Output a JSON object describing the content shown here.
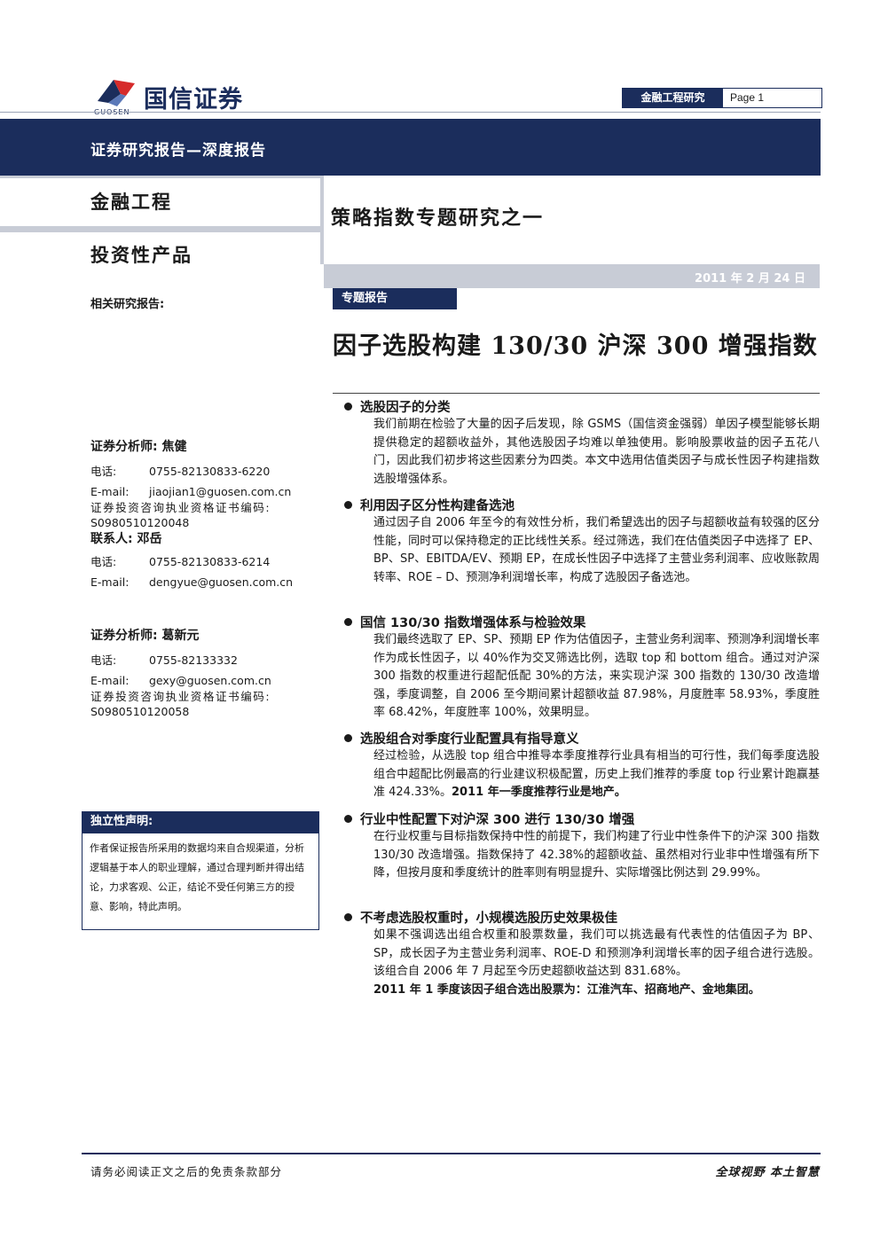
{
  "header": {
    "logo_text": "国信证券",
    "logo_sub": "GUOSEN",
    "tag_left": "金融工程研究",
    "tag_right": "Page 1",
    "band_title": "证券研究报告—深度报告"
  },
  "left": {
    "category1": "金融工程",
    "category2": "投资性产品",
    "related": "相关研究报告:"
  },
  "report": {
    "series": "策略指数专题研究之一",
    "date": "2011 年 2 月 24 日",
    "topic_tag": "专题报告",
    "title": "因子选股构建 130/30 沪深 300 增强指数"
  },
  "contacts": [
    {
      "heading": "证券分析师: 焦健",
      "rows": [
        {
          "label": "电话:",
          "value": "0755-82130833-6220"
        },
        {
          "label": "E-mail:",
          "value": "jiaojian1@guosen.com.cn"
        }
      ],
      "cert_label": "证券投资咨询执业资格证书编码:",
      "cert": "S0980510120048"
    },
    {
      "heading": "联系人: 邓岳",
      "rows": [
        {
          "label": "电话:",
          "value": "0755-82130833-6214"
        },
        {
          "label": "E-mail:",
          "value": "dengyue@guosen.com.cn"
        }
      ]
    },
    {
      "heading": "证券分析师: 葛新元",
      "rows": [
        {
          "label": "电话:",
          "value": "0755-82133332"
        },
        {
          "label": "E-mail:",
          "value": "gexy@guosen.com.cn"
        }
      ],
      "cert_label": "证券投资咨询执业资格证书编码:",
      "cert": "S0980510120058"
    }
  ],
  "declaration": {
    "heading": "独立性声明:",
    "body": "作者保证报告所采用的数据均来自合规渠道，分析逻辑基于本人的职业理解，通过合理判断并得出结论，力求客观、公正，结论不受任何第三方的授意、影响，特此声明。"
  },
  "sections": [
    {
      "heading": "选股因子的分类",
      "body": "我们前期在检验了大量的因子后发现，除 GSMS（国信资金强弱）单因子模型能够长期提供稳定的超额收益外，其他选股因子均难以单独使用。影响股票收益的因子五花八门，因此我们初步将这些因素分为四类。本文中选用估值类因子与成长性因子构建指数选股增强体系。"
    },
    {
      "heading": "利用因子区分性构建备选池",
      "body": "通过因子自 2006 年至今的有效性分析，我们希望选出的因子与超额收益有较强的区分性能，同时可以保持稳定的正比线性关系。经过筛选，我们在估值类因子中选择了 EP、BP、SP、EBITDA/EV、预期 EP，在成长性因子中选择了主营业务利润率、应收账款周转率、ROE – D、预测净利润增长率，构成了选股因子备选池。"
    },
    {
      "heading": "国信 130/30 指数增强体系与检验效果",
      "body": "我们最终选取了 EP、SP、预期 EP 作为估值因子，主营业务利润率、预测净利润增长率作为成长性因子，以 40%作为交叉筛选比例，选取 top 和 bottom 组合。通过对沪深 300 指数的权重进行超配低配 30%的方法，来实现沪深 300 指数的 130/30 改造增强，季度调整，自 2006 至今期间累计超额收益 87.98%，月度胜率 58.93%，季度胜率 68.42%，年度胜率 100%，效果明显。"
    },
    {
      "heading": "选股组合对季度行业配置具有指导意义",
      "body": "经过检验，从选股 top 组合中推导本季度推荐行业具有相当的可行性，我们每季度选股组合中超配比例最高的行业建议积极配置，历史上我们推荐的季度 top 行业累计跑赢基准 424.33%。",
      "emphasis": "2011 年一季度推荐行业是地产。"
    },
    {
      "heading": "行业中性配置下对沪深 300 进行 130/30 增强",
      "body": "在行业权重与目标指数保持中性的前提下，我们构建了行业中性条件下的沪深 300 指数 130/30 改造增强。指数保持了 42.38%的超额收益、虽然相对行业非中性增强有所下降，但按月度和季度统计的胜率则有明显提升、实际增强比例达到 29.99%。"
    },
    {
      "heading": "不考虑选股权重时，小规模选股历史效果极佳",
      "body": "如果不强调选出组合权重和股票数量，我们可以挑选最有代表性的估值因子为 BP、SP，成长因子为主营业务利润率、ROE-D 和预测净利润增长率的因子组合进行选股。该组合自 2006 年 7 月起至今历史超额收益达到 831.68%。",
      "emphasis": "2011 年 1 季度该因子组合选出股票为：江淮汽车、招商地产、金地集团。"
    }
  ],
  "footer": {
    "left": "请务必阅读正文之后的免责条款部分",
    "right": "全球视野 本土智慧"
  },
  "colors": {
    "brand": "#1b2d5c",
    "accent_red": "#d62b2b",
    "gray_band": "#c8ccd6"
  }
}
